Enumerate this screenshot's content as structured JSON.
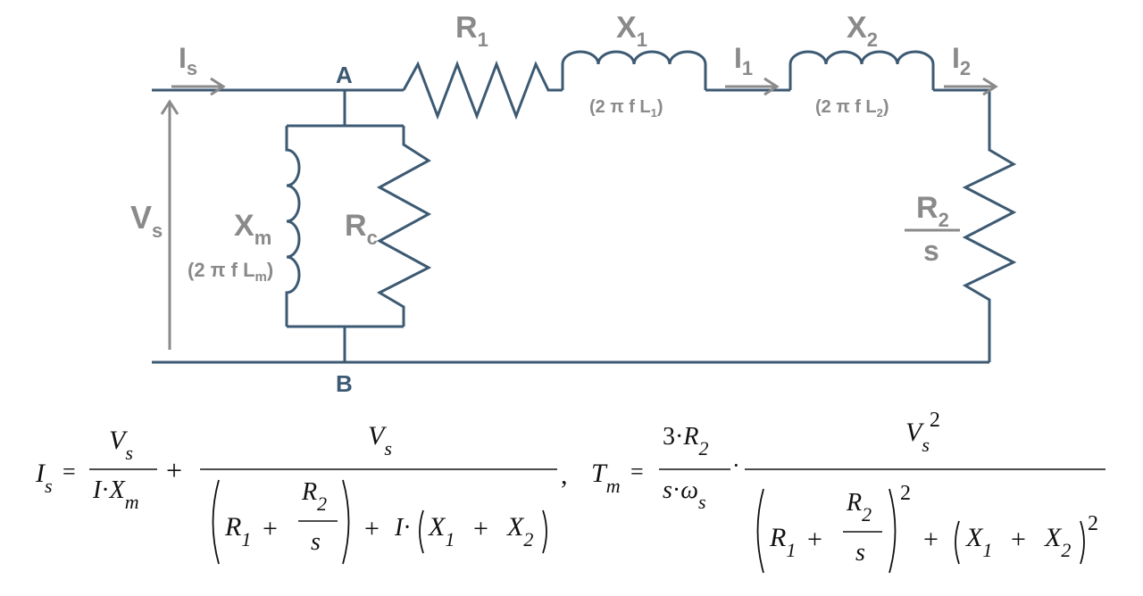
{
  "circuit": {
    "nodes": {
      "a": "A",
      "b": "B"
    },
    "currents": {
      "is_main": "I",
      "is_sub": "s",
      "i1_main": "I",
      "i1_sub": "1",
      "i2_main": "I",
      "i2_sub": "2"
    },
    "source": {
      "main": "V",
      "sub": "s"
    },
    "components": {
      "r1_main": "R",
      "r1_sub": "1",
      "x1_main": "X",
      "x1_sub": "1",
      "x1_formula_pre": "(2 π f L",
      "x1_formula_sub": "1",
      "x1_formula_post": ")",
      "x2_main": "X",
      "x2_sub": "2",
      "x2_formula_pre": "(2 π f L",
      "x2_formula_sub": "2",
      "x2_formula_post": ")",
      "xm_main": "X",
      "xm_sub": "m",
      "xm_formula_pre": "(2 π f L",
      "xm_formula_sub": "m",
      "xm_formula_post": ")",
      "rc_main": "R",
      "rc_sub": "c",
      "r2_num_main": "R",
      "r2_num_sub": "2",
      "r2_den": "s"
    }
  },
  "equations": {
    "is_lhs_main": "I",
    "is_lhs_sub": "s",
    "equals": "=",
    "plus": "+",
    "comma": ",",
    "t1_num_main": "V",
    "t1_num_sub": "s",
    "t1_den_i": "I",
    "t1_den_dot": "·",
    "t1_den_main": "X",
    "t1_den_sub": "m",
    "t2_num_main": "V",
    "t2_num_sub": "s",
    "t2_r1_main": "R",
    "t2_r1_sub": "1",
    "t2_r2_main": "R",
    "t2_r2_sub": "2",
    "t2_r2_den": "s",
    "t2_i": "I",
    "t2_dot": "·",
    "t2_x1_main": "X",
    "t2_x1_sub": "1",
    "t2_x2_main": "X",
    "t2_x2_sub": "2",
    "tm_lhs_main": "T",
    "tm_lhs_sub": "m",
    "tm_num_3": "3",
    "tm_num_dot": "·",
    "tm_num_main": "R",
    "tm_num_sub": "2",
    "tm_den_s": "s",
    "tm_den_dot": "·",
    "tm_den_main": "ω",
    "tm_den_sub": "s",
    "tm_mult_dot": "·",
    "tm_frac_num_main": "V",
    "tm_frac_num_sub": "s",
    "tm_frac_num_sup": "2",
    "tm_r1_main": "R",
    "tm_r1_sub": "1",
    "tm_r2_main": "R",
    "tm_r2_sub": "2",
    "tm_r2_den": "s",
    "tm_sq1": "2",
    "tm_x1_main": "X",
    "tm_x1_sub": "1",
    "tm_x2_main": "X",
    "tm_x2_sub": "2",
    "tm_sq2": "2"
  }
}
